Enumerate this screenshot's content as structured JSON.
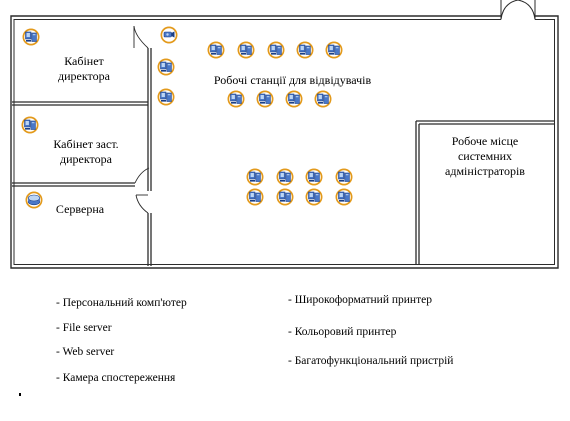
{
  "rooms": {
    "director": "Кабінет\nдиректора",
    "deputy": "Кабінет заст.\nдиректора",
    "server": "Серверна",
    "visitors": "Робочі станції для відвідувачів",
    "admins": "Робоче місце\nсистемних\nадміністраторів"
  },
  "legend": {
    "left": [
      "- Персональний комп'ютер",
      "- File server",
      "- Web server",
      "- Камера спостереження"
    ],
    "right": [
      "- Широкоформатний принтер",
      "- Кольоровий принтер",
      "- Багатофункціональний пристрій"
    ]
  },
  "icons": {
    "workstation": "workstation-icon",
    "server": "server-icon",
    "camera": "camera-icon"
  },
  "colors": {
    "wall": "#2b2b2b",
    "icon_outline": "#e39a1c",
    "icon_fill": "#4a78c8",
    "icon_light": "#bcd5f5"
  }
}
